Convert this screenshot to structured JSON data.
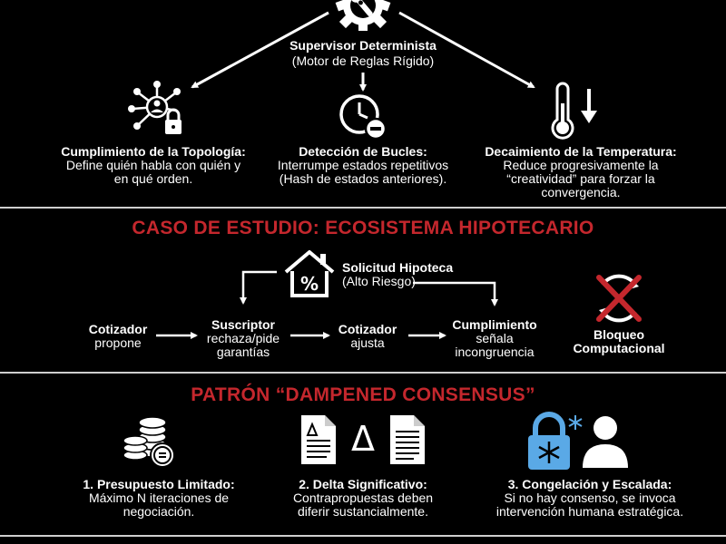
{
  "supervisor": {
    "title": "Supervisor Determinista",
    "subtitle": "(Motor de Reglas Rígido)",
    "features": [
      {
        "title": "Cumplimiento de la Topología:",
        "lines": [
          "Define quién habla con quién y",
          "en qué orden."
        ]
      },
      {
        "title": "Detección de Bucles:",
        "lines": [
          "Interrumpe estados repetitivos",
          "(Hash de estados anteriores)."
        ]
      },
      {
        "title": "Decaimiento de la Temperatura:",
        "lines": [
          "Reduce progresivamente la",
          "“creatividad” para forzar la",
          "convergencia."
        ]
      }
    ]
  },
  "case_study": {
    "heading": "CASO DE ESTUDIO: ECOSISTEMA HIPOTECARIO",
    "request": {
      "title": "Solicitud Hipoteca",
      "subtitle": "(Alto Riesgo)"
    },
    "steps": [
      {
        "title": "Cotizador",
        "lines": [
          "propone"
        ]
      },
      {
        "title": "Suscriptor",
        "lines": [
          "rechaza/pide",
          "garantías"
        ]
      },
      {
        "title": "Cotizador",
        "lines": [
          "ajusta"
        ]
      },
      {
        "title": "Cumplimiento",
        "lines": [
          "señala",
          "incongruencia"
        ]
      }
    ],
    "outcome": [
      "Bloqueo",
      "Computacional"
    ]
  },
  "pattern": {
    "heading": "PATRÓN “DAMPENED CONSENSUS”",
    "items": [
      {
        "title": "1. Presupuesto Limitado:",
        "lines": [
          "Máximo N iteraciones de",
          "negociación."
        ]
      },
      {
        "title": "2. Delta Significativo:",
        "lines": [
          "Contrapropuestas deben",
          "diferir sustancialmente."
        ]
      },
      {
        "title": "3. Congelación y Escalada:",
        "lines": [
          "Si no hay consenso, se invoca",
          "intervención humana estratégica."
        ]
      }
    ],
    "delta_symbol": "Δ"
  },
  "colors": {
    "accent_red": "#c4272d",
    "ice_blue": "#5aa9e6",
    "panel_border": "#cfcfcf"
  }
}
